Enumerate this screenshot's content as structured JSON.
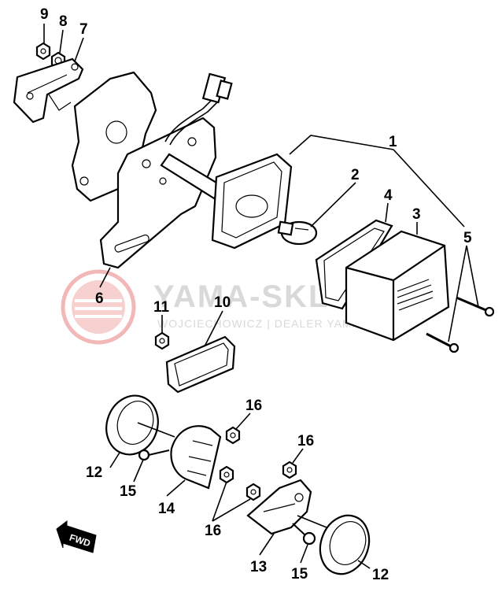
{
  "watermark": {
    "title": "YAMA-SKLEP.PL",
    "subtitle": "WOJCIECHOWICZ | DEALER YAMAHA"
  },
  "direction_arrow": {
    "label": "FWD"
  },
  "part_numbers": [
    {
      "id": "p9",
      "label": "9"
    },
    {
      "id": "p8",
      "label": "8"
    },
    {
      "id": "p7",
      "label": "7"
    },
    {
      "id": "p1",
      "label": "1"
    },
    {
      "id": "p2",
      "label": "2"
    },
    {
      "id": "p4",
      "label": "4"
    },
    {
      "id": "p3",
      "label": "3"
    },
    {
      "id": "p5",
      "label": "5"
    },
    {
      "id": "p6",
      "label": "6"
    },
    {
      "id": "p11",
      "label": "11"
    },
    {
      "id": "p10",
      "label": "10"
    },
    {
      "id": "p16a",
      "label": "16"
    },
    {
      "id": "p16b",
      "label": "16"
    },
    {
      "id": "p12a",
      "label": "12"
    },
    {
      "id": "p15a",
      "label": "15"
    },
    {
      "id": "p14",
      "label": "14"
    },
    {
      "id": "p16c",
      "label": "16"
    },
    {
      "id": "p13",
      "label": "13"
    },
    {
      "id": "p15b",
      "label": "15"
    },
    {
      "id": "p12b",
      "label": "12"
    }
  ]
}
